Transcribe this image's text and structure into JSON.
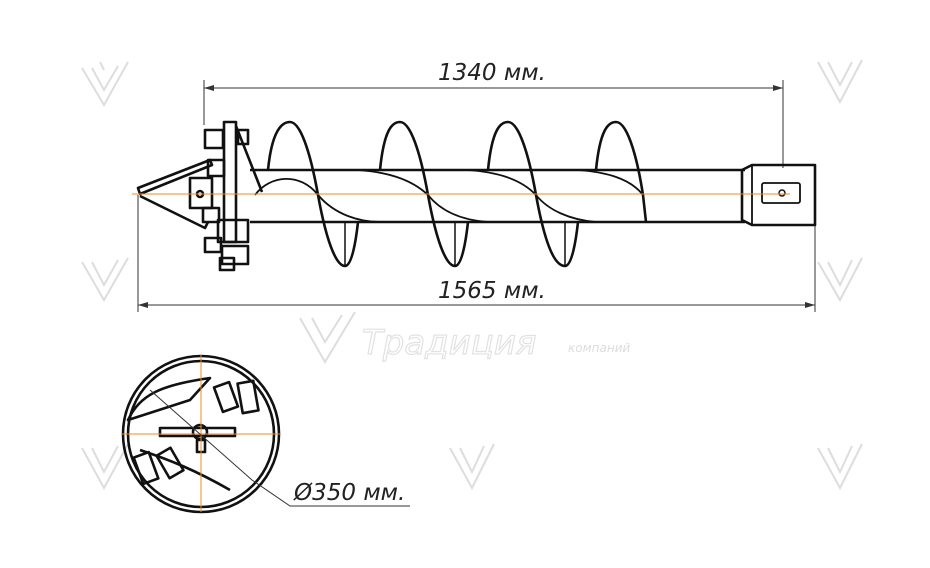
{
  "drawing": {
    "dimension_working_length": "1340 мм.",
    "dimension_total_length": "1565 мм.",
    "dimension_diameter": "Ø350 мм.",
    "watermark_text": "компаний Традиция",
    "centerline_color": "#f08a24",
    "line_color": "#111111"
  }
}
